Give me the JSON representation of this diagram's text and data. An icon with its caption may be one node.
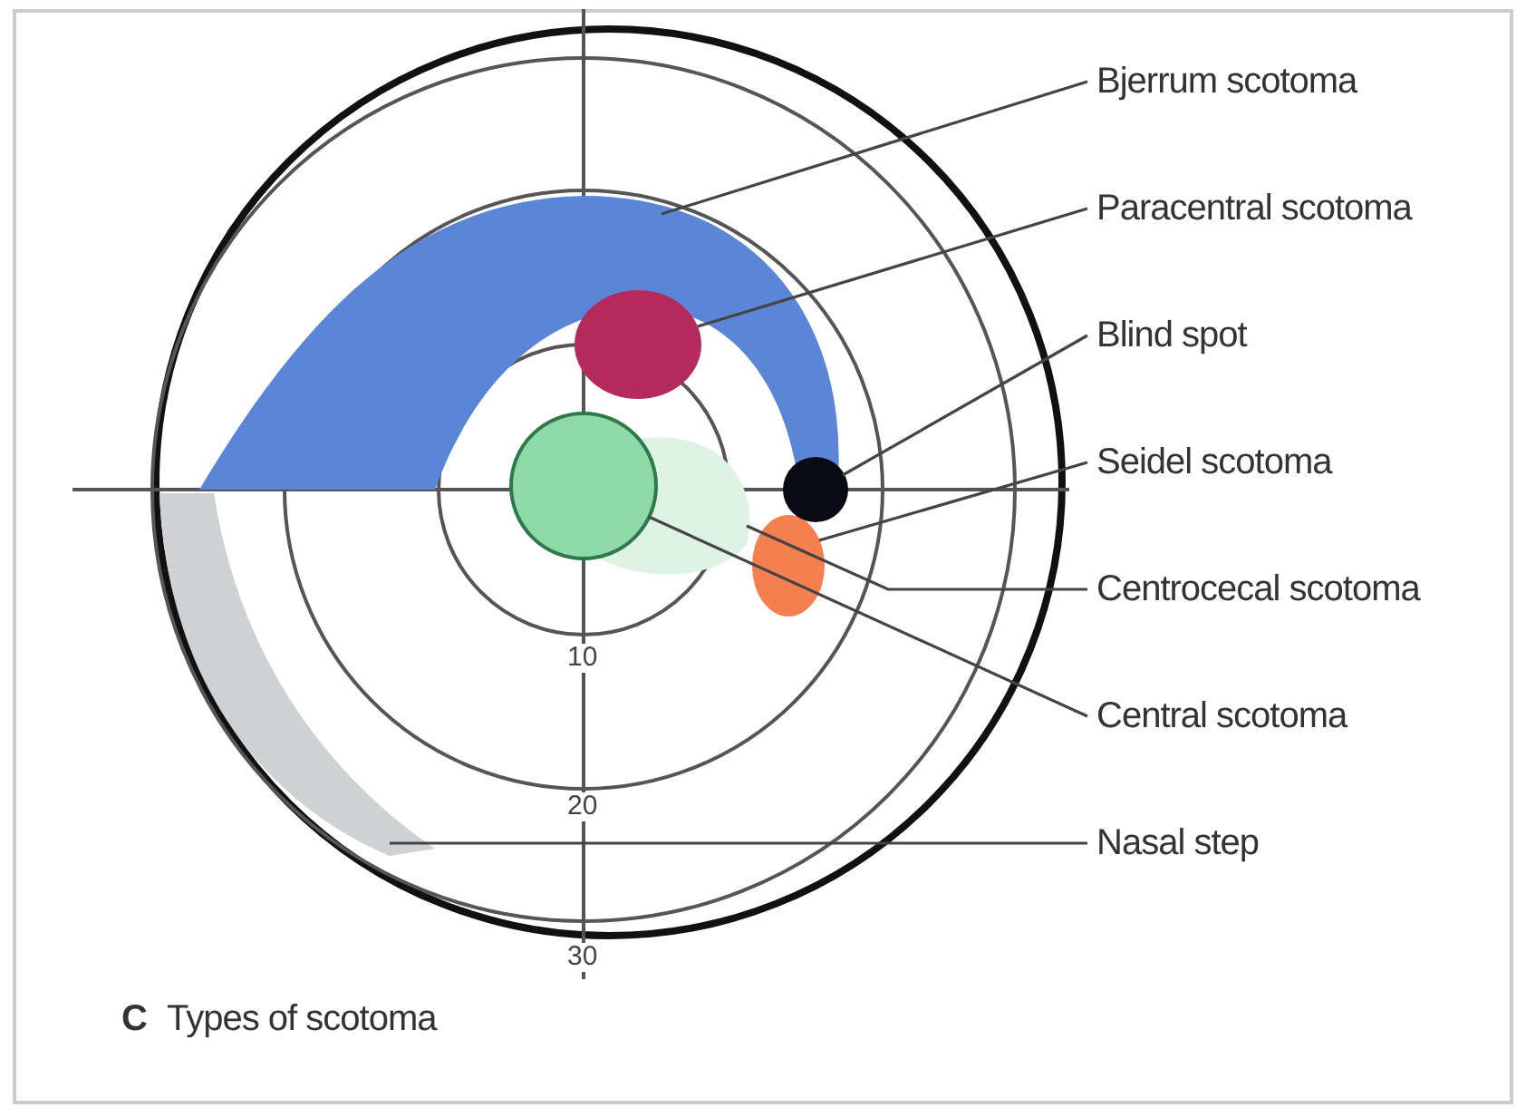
{
  "diagram": {
    "caption": "Types of scotoma",
    "nodes": [
      {
        "text": [
          "Bjerrum scotoma"
        ]
      },
      {
        "text": [
          "Paracentral scotoma"
        ]
      },
      {
        "text": [
          "Blind spot"
        ]
      },
      {
        "text": [
          "Seidel scotoma"
        ]
      },
      {
        "text": [
          "Centrocecal scotoma"
        ]
      },
      {
        "text": [
          "Central scotoma"
        ]
      },
      {
        "text": [
          "Nasal step"
        ]
      },
      {
        "text": [],
        "shape": "band"
      },
      {
        "text": [],
        "shape": "circle"
      },
      {
        "text": [],
        "shape": "circle"
      },
      {
        "text": [],
        "shape": "blob"
      },
      {
        "text": [],
        "shape": "blob"
      },
      {
        "text": [],
        "shape": "circle"
      },
      {
        "text": [],
        "shape": "band"
      }
    ],
    "edges": [
      {
        "from": 0,
        "to": 7,
        "arrow": "none"
      },
      {
        "from": 1,
        "to": 8,
        "arrow": "none"
      },
      {
        "from": 2,
        "to": 9,
        "arrow": "none"
      },
      {
        "from": 3,
        "to": 11,
        "arrow": "none"
      },
      {
        "from": 4,
        "to": 10,
        "arrow": "none"
      },
      {
        "from": 5,
        "to": 12,
        "arrow": "none"
      },
      {
        "from": 6,
        "to": 13,
        "arrow": "none"
      }
    ],
    "labels": [
      "10",
      "20",
      "30",
      "C"
    ]
  }
}
